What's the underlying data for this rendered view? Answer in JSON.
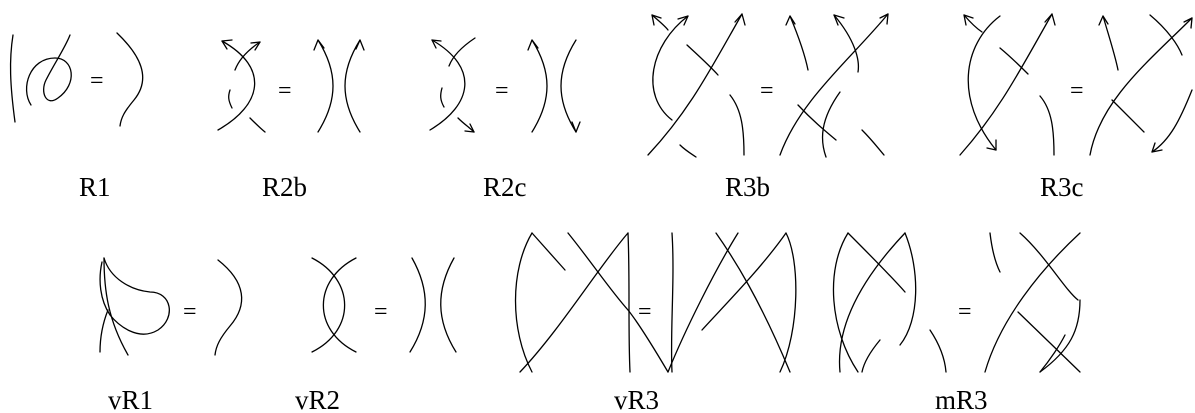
{
  "equals_sign": "=",
  "moves": [
    {
      "id": "R1",
      "label": "R1"
    },
    {
      "id": "R2b",
      "label": "R2b"
    },
    {
      "id": "R2c",
      "label": "R2c"
    },
    {
      "id": "R3b",
      "label": "R3b"
    },
    {
      "id": "R3c",
      "label": "R3c"
    },
    {
      "id": "vR1",
      "label": "vR1"
    },
    {
      "id": "vR2",
      "label": "vR2"
    },
    {
      "id": "vR3",
      "label": "vR3"
    },
    {
      "id": "mR3",
      "label": "mR3"
    }
  ],
  "colors": {
    "ink": "#000000",
    "background": "#ffffff"
  }
}
